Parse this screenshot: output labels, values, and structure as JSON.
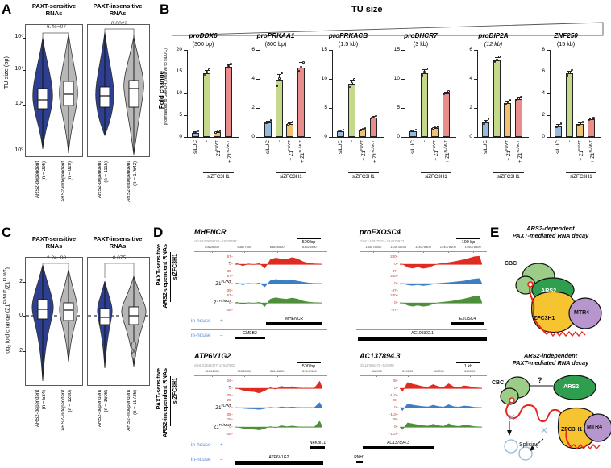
{
  "panels": {
    "A": {
      "letter": "A"
    },
    "B": {
      "letter": "B"
    },
    "C": {
      "letter": "C"
    },
    "D": {
      "letter": "D"
    },
    "E": {
      "letter": "E"
    }
  },
  "panelA": {
    "ylabel": "TU size (bp)",
    "ytick_labels": [
      "10⁶",
      "10⁴",
      "10²",
      "10⁰"
    ],
    "groups": [
      {
        "header": "PAXT-sensitive\nRNAs",
        "pvalue": "6.4e−07",
        "categories": [
          {
            "label": "ARS2-dependent",
            "n": "(n = 296)",
            "color": "#2e3f8f"
          },
          {
            "label": "ARS2-independent",
            "n": "(n = 820)",
            "color": "#b7b7b7"
          }
        ]
      },
      {
        "header": "PAXT-insensitive\nRNAs",
        "pvalue": "0.0022",
        "categories": [
          {
            "label": "ARS2-dependent",
            "n": "(n = 1115)",
            "color": "#2e3f8f"
          },
          {
            "label": "ARS2-independent",
            "n": "(n = 17642)",
            "color": "#b7b7b7"
          }
        ]
      }
    ]
  },
  "panelB": {
    "gradient_label": "TU size",
    "ylabel_line1": "Fold change",
    "ylabel_line2": "(normalized to GAPDH, relative to siLUC)",
    "xlabels": [
      "siLUC",
      "-",
      "+ Z1",
      "+ Z1"
    ],
    "xlabel_sup": [
      "",
      "",
      "FL/WT",
      "FL/MUT"
    ],
    "bracket_label": "siZFC3H1",
    "bar_colors": [
      "#96b9de",
      "#c5d98a",
      "#f0c171",
      "#e88c8c"
    ],
    "charts": [
      {
        "title": "proDDX6",
        "subtitle": "(300 bp)",
        "italic_subtitle": false,
        "ylim": [
          0,
          20
        ],
        "yticks": [
          0,
          5,
          10,
          15,
          20
        ],
        "values": [
          1.0,
          14.7,
          1.1,
          16.2
        ],
        "errors": [
          0.25,
          0.6,
          0.25,
          0.45
        ],
        "points": [
          [
            0.8,
            1.0,
            1.2
          ],
          [
            14.1,
            14.8,
            15.3
          ],
          [
            0.9,
            1.1,
            1.3
          ],
          [
            15.8,
            16.2,
            16.6
          ]
        ]
      },
      {
        "title": "proPRKAA1",
        "subtitle": "(800 bp)",
        "italic_subtitle": false,
        "ylim": [
          0,
          6
        ],
        "yticks": [
          0,
          2,
          4,
          6
        ],
        "values": [
          1.0,
          3.95,
          0.9,
          4.8
        ],
        "errors": [
          0.12,
          0.4,
          0.1,
          0.35
        ],
        "points": [
          [
            0.9,
            1.0,
            1.1
          ],
          [
            3.5,
            4.0,
            4.35
          ],
          [
            0.82,
            0.9,
            0.98
          ],
          [
            4.5,
            4.8,
            5.1
          ]
        ]
      },
      {
        "title": "proPRKACB",
        "subtitle": "(1.5 kb)",
        "italic_subtitle": false,
        "ylim": [
          0,
          15
        ],
        "yticks": [
          0,
          5,
          10,
          15
        ],
        "values": [
          1.0,
          9.1,
          1.2,
          3.35
        ],
        "errors": [
          0.2,
          0.7,
          0.2,
          0.2
        ],
        "points": [
          [
            0.85,
            1.0,
            1.15
          ],
          [
            8.5,
            9.1,
            9.8
          ],
          [
            1.0,
            1.2,
            1.4
          ],
          [
            3.2,
            3.35,
            3.5
          ]
        ]
      },
      {
        "title": "proDHCR7",
        "subtitle": "(3 kb)",
        "italic_subtitle": false,
        "ylim": [
          0,
          15
        ],
        "yticks": [
          0,
          5,
          10,
          15
        ],
        "values": [
          1.0,
          11.0,
          1.5,
          7.5
        ],
        "errors": [
          0.2,
          0.6,
          0.2,
          0.3
        ],
        "points": [
          [
            0.85,
            1.0,
            1.15
          ],
          [
            10.5,
            11.1,
            11.6
          ],
          [
            1.35,
            1.5,
            1.65
          ],
          [
            7.3,
            7.5,
            7.75
          ]
        ]
      },
      {
        "title": "proDIP2A",
        "subtitle": "(12 kb)",
        "italic_subtitle": true,
        "ylim": [
          0,
          6
        ],
        "yticks": [
          0,
          2,
          4,
          6
        ],
        "values": [
          1.0,
          5.3,
          2.35,
          2.6
        ],
        "errors": [
          0.18,
          0.2,
          0.12,
          0.15
        ],
        "points": [
          [
            0.85,
            1.0,
            1.2
          ],
          [
            5.15,
            5.3,
            5.5
          ],
          [
            2.25,
            2.35,
            2.48
          ],
          [
            2.5,
            2.6,
            2.72
          ]
        ]
      },
      {
        "title": "ZNF250",
        "subtitle": "(15 kb)",
        "italic_subtitle": false,
        "ylim": [
          0,
          8
        ],
        "yticks": [
          0,
          2,
          4,
          6,
          8
        ],
        "values": [
          1.0,
          5.85,
          1.15,
          1.6
        ],
        "errors": [
          0.18,
          0.25,
          0.15,
          0.12
        ],
        "points": [
          [
            0.85,
            1.0,
            1.18
          ],
          [
            5.6,
            5.85,
            6.1
          ],
          [
            1.0,
            1.15,
            1.3
          ],
          [
            1.5,
            1.6,
            1.7
          ]
        ]
      }
    ]
  },
  "panelC": {
    "ylabel": "log₂ fold change (Z1ᶠᴸᴹᵁᵀ/Z1ᶠᴸᵂᵀ)",
    "ylabel_main": "log",
    "ylabel_sub": "2",
    "ylabel_rest": " fold change (Z1",
    "ylabel_sup1": "FL/MUT",
    "ylabel_mid": "/Z1",
    "ylabel_sup2": "FL/WT",
    "ylabel_end": ")",
    "ytick_labels": [
      "2",
      "0",
      "-2"
    ],
    "groups": [
      {
        "header": "PAXT-sensitive\nRNAs",
        "pvalue": "2.2e−08",
        "categories": [
          {
            "label": "ARS2-dependent",
            "n": "(n = 534)",
            "color": "#2e3f8f"
          },
          {
            "label": "ARS2-independent",
            "n": "(n = 1280)",
            "color": "#b7b7b7"
          }
        ]
      },
      {
        "header": "PAXT-insensitive\nRNAs",
        "pvalue": "0.075",
        "categories": [
          {
            "label": "ARS2-dependent",
            "n": "(n = 1608)",
            "color": "#2e3f8f"
          },
          {
            "label": "ARS2-independent",
            "n": "(n = 19726)",
            "color": "#b7b7b7"
          }
        ]
      }
    ]
  },
  "panelD": {
    "side_label_top_l1": "PAXT-sensitive",
    "side_label_top_l2": "ARS2-dependent RNAs",
    "side_label_bot_l1": "PAXT-sensitive",
    "side_label_bot_l2": "ARS2-independent RNAs",
    "knockdown_label": "siZFC3H1",
    "row_labels": [
      "–",
      "Z1",
      "Z1"
    ],
    "row_sups": [
      "",
      "FL/WT",
      "FL/MUT"
    ],
    "inhouse_label": "in-house",
    "track_colors": [
      "#e02b20",
      "#3c7fc4",
      "#4f8f3a"
    ],
    "browsers": [
      {
        "title": "MHENCR",
        "coords": "chr20:63626736–63629597",
        "ticks": [
          "63626500",
          "63627500",
          "63628500",
          "63629500"
        ],
        "scale": "500 bp",
        "scales_pos": [
          "67",
          "0",
          "-35"
        ],
        "gene_top_name": "MHENCR",
        "gene_bot_name": "GMEB2",
        "inhouse_top": "+",
        "inhouse_bot": "–"
      },
      {
        "title": "proEXOSC4",
        "coords": "chr8:144077933–144079933",
        "ticks": [
          "144078000",
          "144078200",
          "144078400",
          "144078600",
          "144078800"
        ],
        "scale": "100 bp",
        "scales_pos": [
          "240",
          "0",
          "-37"
        ],
        "gene_top_name": "EXOSC4",
        "gene_bot_name": "AC109322.1",
        "inhouse_top": "+",
        "inhouse_bot": "–"
      },
      {
        "title": "ATP6V1G2",
        "coords": "chr6:31544327–31547582",
        "ticks": [
          "31544800",
          "31545800",
          "31546800",
          "31547800"
        ],
        "scale": "500 bp",
        "scales_pos": [
          "29",
          "0",
          "-35"
        ],
        "gene_top_name": "NFKBIL1",
        "gene_bot_name": "ATP6V1G2",
        "inhouse_top": "+",
        "inhouse_bot": "–"
      },
      {
        "title": "AC137894.3",
        "coords": "chr11:506470–515998",
        "ticks": [
          "508000",
          "510000",
          "512000",
          "514000"
        ],
        "scale": "1 kb",
        "scales_pos": [
          "28",
          "0",
          "-110"
        ],
        "gene_top_name": "AC137894.3",
        "gene_bot_name": "RNH1",
        "inhouse_top": "+",
        "inhouse_bot": "–"
      }
    ]
  },
  "panelE": {
    "top_title_l1": "ARS2-dependent",
    "top_title_l2": "PAXT-mediated RNA decay",
    "bottom_title_l1": "ARS2-independent",
    "bottom_title_l2": "PAXT-mediated RNA decay",
    "labels": {
      "cbc": "CBC",
      "ars2": "ARS2",
      "zfc3h1": "ZFC3H1",
      "mtr4": "MTR4",
      "question": "?",
      "splicing": "Splicing",
      "polyA": "AAAAAAAAAA"
    },
    "colors": {
      "cbc": "#9ccc85",
      "ars2": "#2f9e4f",
      "zfc3h1": "#f5c430",
      "mtr4": "#b795cd",
      "rna": "#e8261c"
    }
  }
}
